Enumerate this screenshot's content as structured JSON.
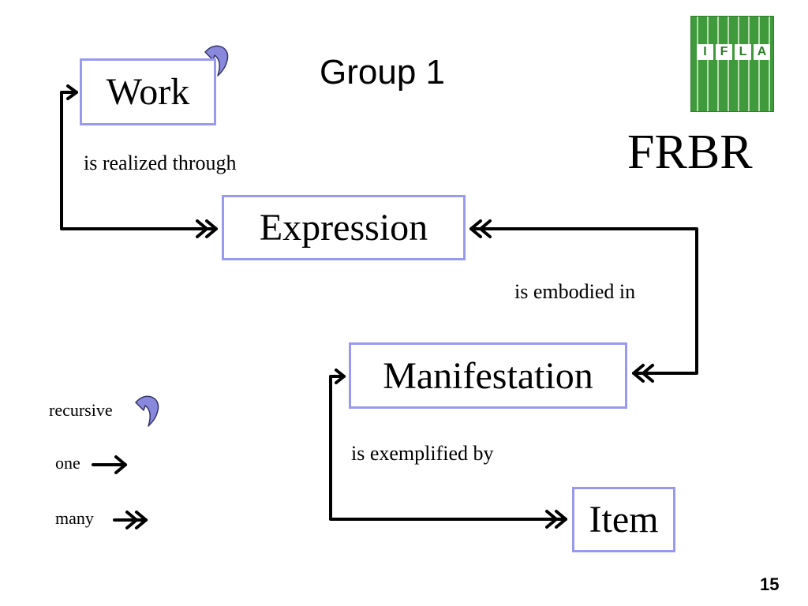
{
  "title": "Group 1",
  "subtitle": "FRBR",
  "logo": {
    "letters": [
      "I",
      "F",
      "L",
      "A"
    ],
    "color": "#3e9a3a"
  },
  "entities": {
    "work": "Work",
    "expression": "Expression",
    "manifestation": "Manifestation",
    "item": "Item"
  },
  "relationships": {
    "realized": "is realized through",
    "embodied": "is embodied in",
    "exemplified": "is exemplified by"
  },
  "legend": {
    "recursive": "recursive",
    "one": "one",
    "many": "many"
  },
  "page_number": "15",
  "colors": {
    "box_border": "#9999ee",
    "recursive_arrow_fill": "#8888dd"
  }
}
